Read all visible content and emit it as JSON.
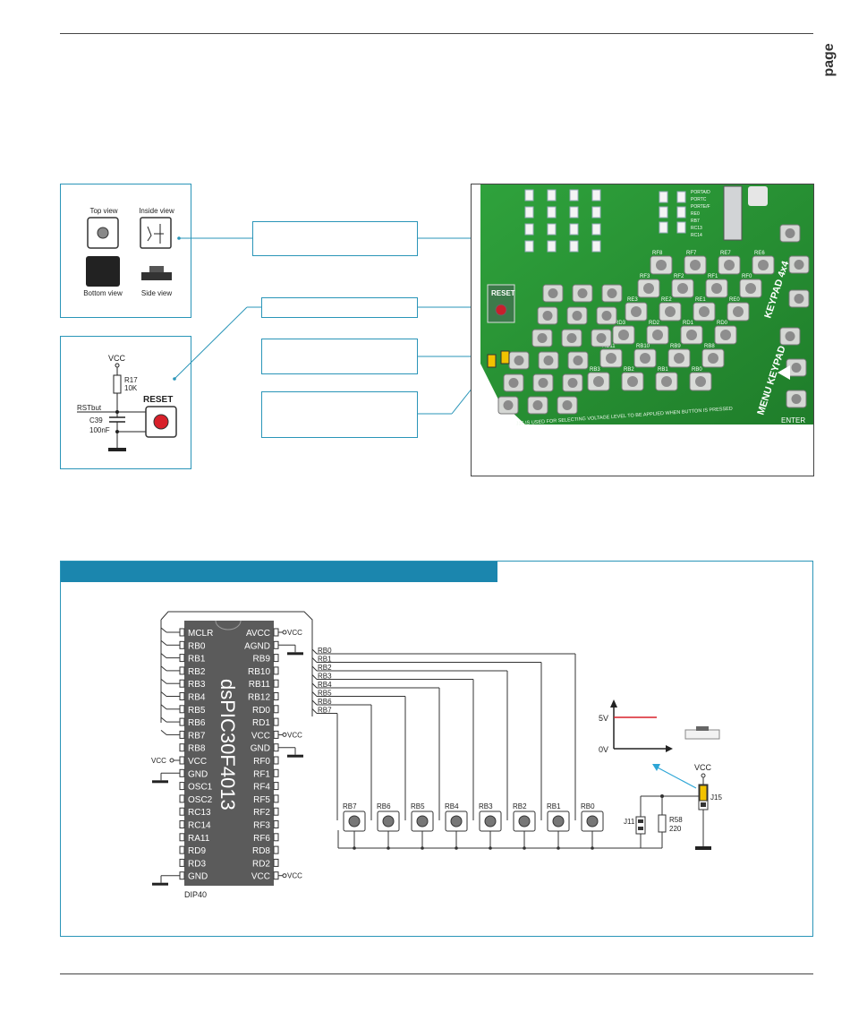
{
  "header": {
    "page_word": "page"
  },
  "button_views": {
    "top_view": "Top view",
    "inside_view": "Inside view",
    "bottom_view": "Bottom view",
    "side_view": "Side view"
  },
  "reset_circuit": {
    "vcc": "VCC",
    "r17": "R17",
    "r17_value": "10K",
    "net": "RSTbut",
    "c39": "C39",
    "c39_value": "100nF",
    "button": "RESET"
  },
  "photo": {
    "reset_label": "RESET",
    "keypad_title": "KEYPAD 4x4",
    "menu_keypad": "MENU KEYPAD",
    "enter_label": "ENTER",
    "bottom_note": "J15 IS USED FOR SELECTING VOLTAGE LEVEL TO BE APPLIED WHEN BUTTON IS PRESSED",
    "key_rows": [
      [
        "RF8",
        "RF7",
        "RE7",
        "RE6"
      ],
      [
        "RF3",
        "RF2",
        "RF1",
        "RF0"
      ],
      [
        "RE3",
        "RE2",
        "RE1",
        "RE0"
      ],
      [
        "RD3",
        "RD2",
        "RD1",
        "RD0"
      ],
      [
        "RB11",
        "RB10",
        "RB9",
        "RB8"
      ],
      [
        "RB3",
        "RB2",
        "RB1",
        "RB0"
      ]
    ],
    "side_labels": [
      "PORTA/D",
      "PORTC",
      "PORTE/F",
      "RE0",
      "RB7",
      "RC13",
      "RC14"
    ]
  },
  "schematic": {
    "chip_name": "dsPIC30F4013",
    "package": "DIP40",
    "left_pins": [
      "MCLR",
      "RB0",
      "RB1",
      "RB2",
      "RB3",
      "RB4",
      "RB5",
      "RB6",
      "RB7",
      "RB8",
      "VCC",
      "GND",
      "OSC1",
      "OSC2",
      "RC13",
      "RC14",
      "RA11",
      "RD9",
      "RD3",
      "GND"
    ],
    "right_pins": [
      "AVCC",
      "AGND",
      "RB9",
      "RB10",
      "RB11",
      "RB12",
      "RD0",
      "RD1",
      "VCC",
      "GND",
      "RF0",
      "RF1",
      "RF4",
      "RF5",
      "RF2",
      "RF3",
      "RF6",
      "RD8",
      "RD2",
      "VCC"
    ],
    "vcc_label": "VCC",
    "bus_nets": [
      "RB0",
      "RB1",
      "RB2",
      "RB3",
      "RB4",
      "RB5",
      "RB6",
      "RB7"
    ],
    "buttons": [
      "RB7",
      "RB6",
      "RB5",
      "RB4",
      "RB3",
      "RB2",
      "RB1",
      "RB0"
    ],
    "j11": "J11",
    "r58": "R58",
    "r58_value": "220",
    "j15": "J15",
    "j15_vcc": "VCC",
    "graph_5v": "5V",
    "graph_0v": "0V"
  },
  "colors": {
    "accent": "#1b86ae",
    "callout_border": "#2a95b8",
    "pcb_green": "#2e9a3a",
    "jumper_yellow": "#f2c200",
    "reset_red": "#d8202a"
  }
}
